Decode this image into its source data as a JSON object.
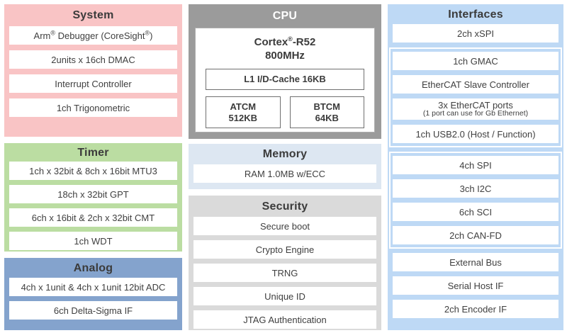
{
  "colors": {
    "system_bg": "#f9c4c5",
    "timer_bg": "#bbdda2",
    "analog_bg": "#84a3cd",
    "cpu_bg": "#9b9b9b",
    "memory_bg": "#dde7f2",
    "security_bg": "#dadada",
    "interfaces_bg": "#bed9f5",
    "row_bg": "#ffffff",
    "title_text": "#3b3b3b",
    "row_text": "#3f3f3f",
    "cpu_title_text": "#ffffff",
    "inner_box_border": "#6f6f6f"
  },
  "panels": {
    "system": {
      "title": "System",
      "arm_row": {
        "p1": "Arm",
        "sup1": "®",
        "p2": " Debugger (CoreSight",
        "sup2": "®",
        "p3": ")"
      },
      "rows": [
        "2units x 16ch DMAC",
        "Interrupt Controller",
        "1ch Trigonometric"
      ]
    },
    "timer": {
      "title": "Timer",
      "rows": [
        "1ch x 32bit & 8ch x 16bit MTU3",
        "18ch x 32bit GPT",
        "6ch x 16bit & 2ch x 32bit CMT",
        "1ch WDT"
      ]
    },
    "analog": {
      "title": "Analog",
      "rows": [
        "4ch x 1unit & 4ch x 1unit 12bit ADC",
        "6ch Delta-Sigma IF"
      ]
    },
    "cpu": {
      "title": "CPU",
      "core": {
        "name": "Cortex",
        "sup": "®",
        "suffix": "-R52",
        "freq": "800MHz"
      },
      "cache": "L1 I/D-Cache 16KB",
      "atcm": {
        "name": "ATCM",
        "size": "512KB"
      },
      "btcm": {
        "name": "BTCM",
        "size": "64KB"
      }
    },
    "memory": {
      "title": "Memory",
      "rows": [
        "RAM 1.0MB w/ECC"
      ]
    },
    "security": {
      "title": "Security",
      "rows": [
        "Secure boot",
        "Crypto Engine",
        "TRNG",
        "Unique ID",
        "JTAG Authentication"
      ]
    },
    "interfaces": {
      "title": "Interfaces",
      "top_rows": [
        "2ch xSPI"
      ],
      "ethernet_group": {
        "rows": [
          "1ch GMAC",
          "EtherCAT Slave Controller"
        ],
        "ethercat_ports": {
          "line1": "3x EtherCAT ports",
          "line2": "(1 port can use for Gb Ethernet)"
        },
        "usb": "1ch USB2.0 (Host / Function)"
      },
      "serial_group": [
        "4ch SPI",
        "3ch I2C",
        "6ch SCI",
        "2ch CAN-FD"
      ],
      "bottom_rows": [
        "External Bus",
        "Serial Host IF",
        "2ch Encoder IF"
      ]
    }
  }
}
